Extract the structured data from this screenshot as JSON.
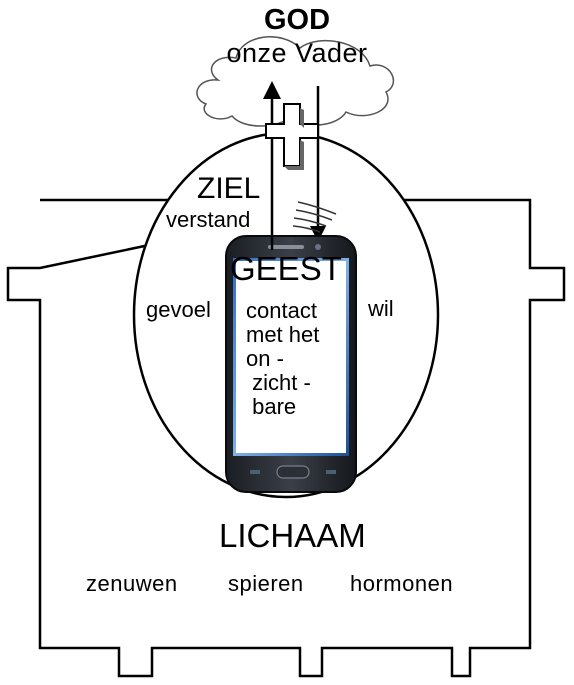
{
  "god": {
    "title": "GOD",
    "subtitle": "onze Vader"
  },
  "soul": {
    "title": "ZIEL",
    "mind": "verstand",
    "feeling": "gevoel",
    "will": "wil"
  },
  "spirit": {
    "title": "GEEST",
    "screen_text": "contact\nmet het\non -\n zicht -\n bare"
  },
  "body": {
    "title": "LICHAAM",
    "nerves": "zenuwen",
    "muscles": "spieren",
    "hormones": "hormonen"
  },
  "icons": {
    "cloud": "cloud-icon",
    "cross": "cross-icon",
    "phone": "smartphone-icon",
    "signal": "wireless-signal-icon"
  }
}
